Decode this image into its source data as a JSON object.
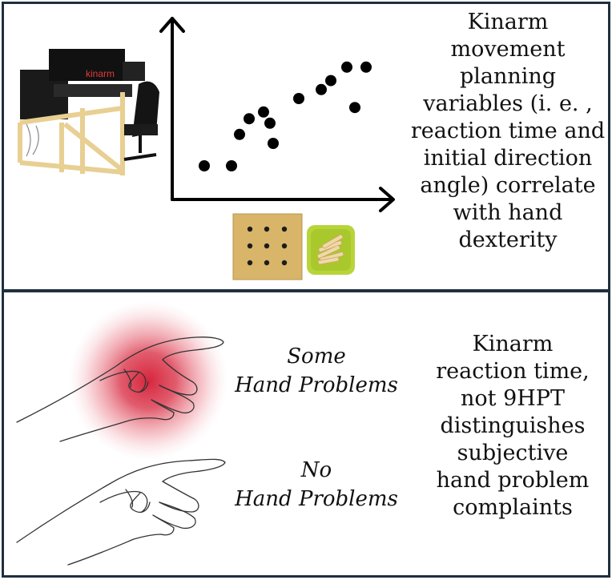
{
  "top_panel": {
    "caption_lines": [
      "Kinarm",
      "movement",
      "planning",
      "variables (i. e. ,",
      "reaction time and",
      "initial direction",
      "angle) correlate",
      "with hand",
      "dexterity"
    ],
    "device_logo": "kinarm",
    "scatter_points": [
      {
        "x": 1,
        "y": 1.5
      },
      {
        "x": 2.7,
        "y": 1.5
      },
      {
        "x": 3.2,
        "y": 2.9
      },
      {
        "x": 5.3,
        "y": 2.5
      },
      {
        "x": 5.1,
        "y": 3.4
      },
      {
        "x": 3.8,
        "y": 3.6
      },
      {
        "x": 4.7,
        "y": 3.9
      },
      {
        "x": 6.9,
        "y": 4.5
      },
      {
        "x": 8.3,
        "y": 4.9
      },
      {
        "x": 10.4,
        "y": 4.1
      },
      {
        "x": 8.9,
        "y": 5.3
      },
      {
        "x": 9.9,
        "y": 5.9
      },
      {
        "x": 11.1,
        "y": 5.9
      }
    ],
    "colors": {
      "board": "#d9b56a",
      "tray": "#b7d53a",
      "pegs": "#f0d9a6",
      "robot_frame": "#e8cf92"
    }
  },
  "bottom_panel": {
    "some_label": [
      "Some",
      "Hand Problems"
    ],
    "no_label": [
      "No",
      "Hand Problems"
    ],
    "caption_lines": [
      "Kinarm",
      "reaction time,",
      "not 9HPT",
      "distinguishes",
      "subjective",
      "hand problem",
      "complaints"
    ],
    "colors": {
      "pain_glow": "#d7263d",
      "frame": "#1f2f3f"
    }
  }
}
